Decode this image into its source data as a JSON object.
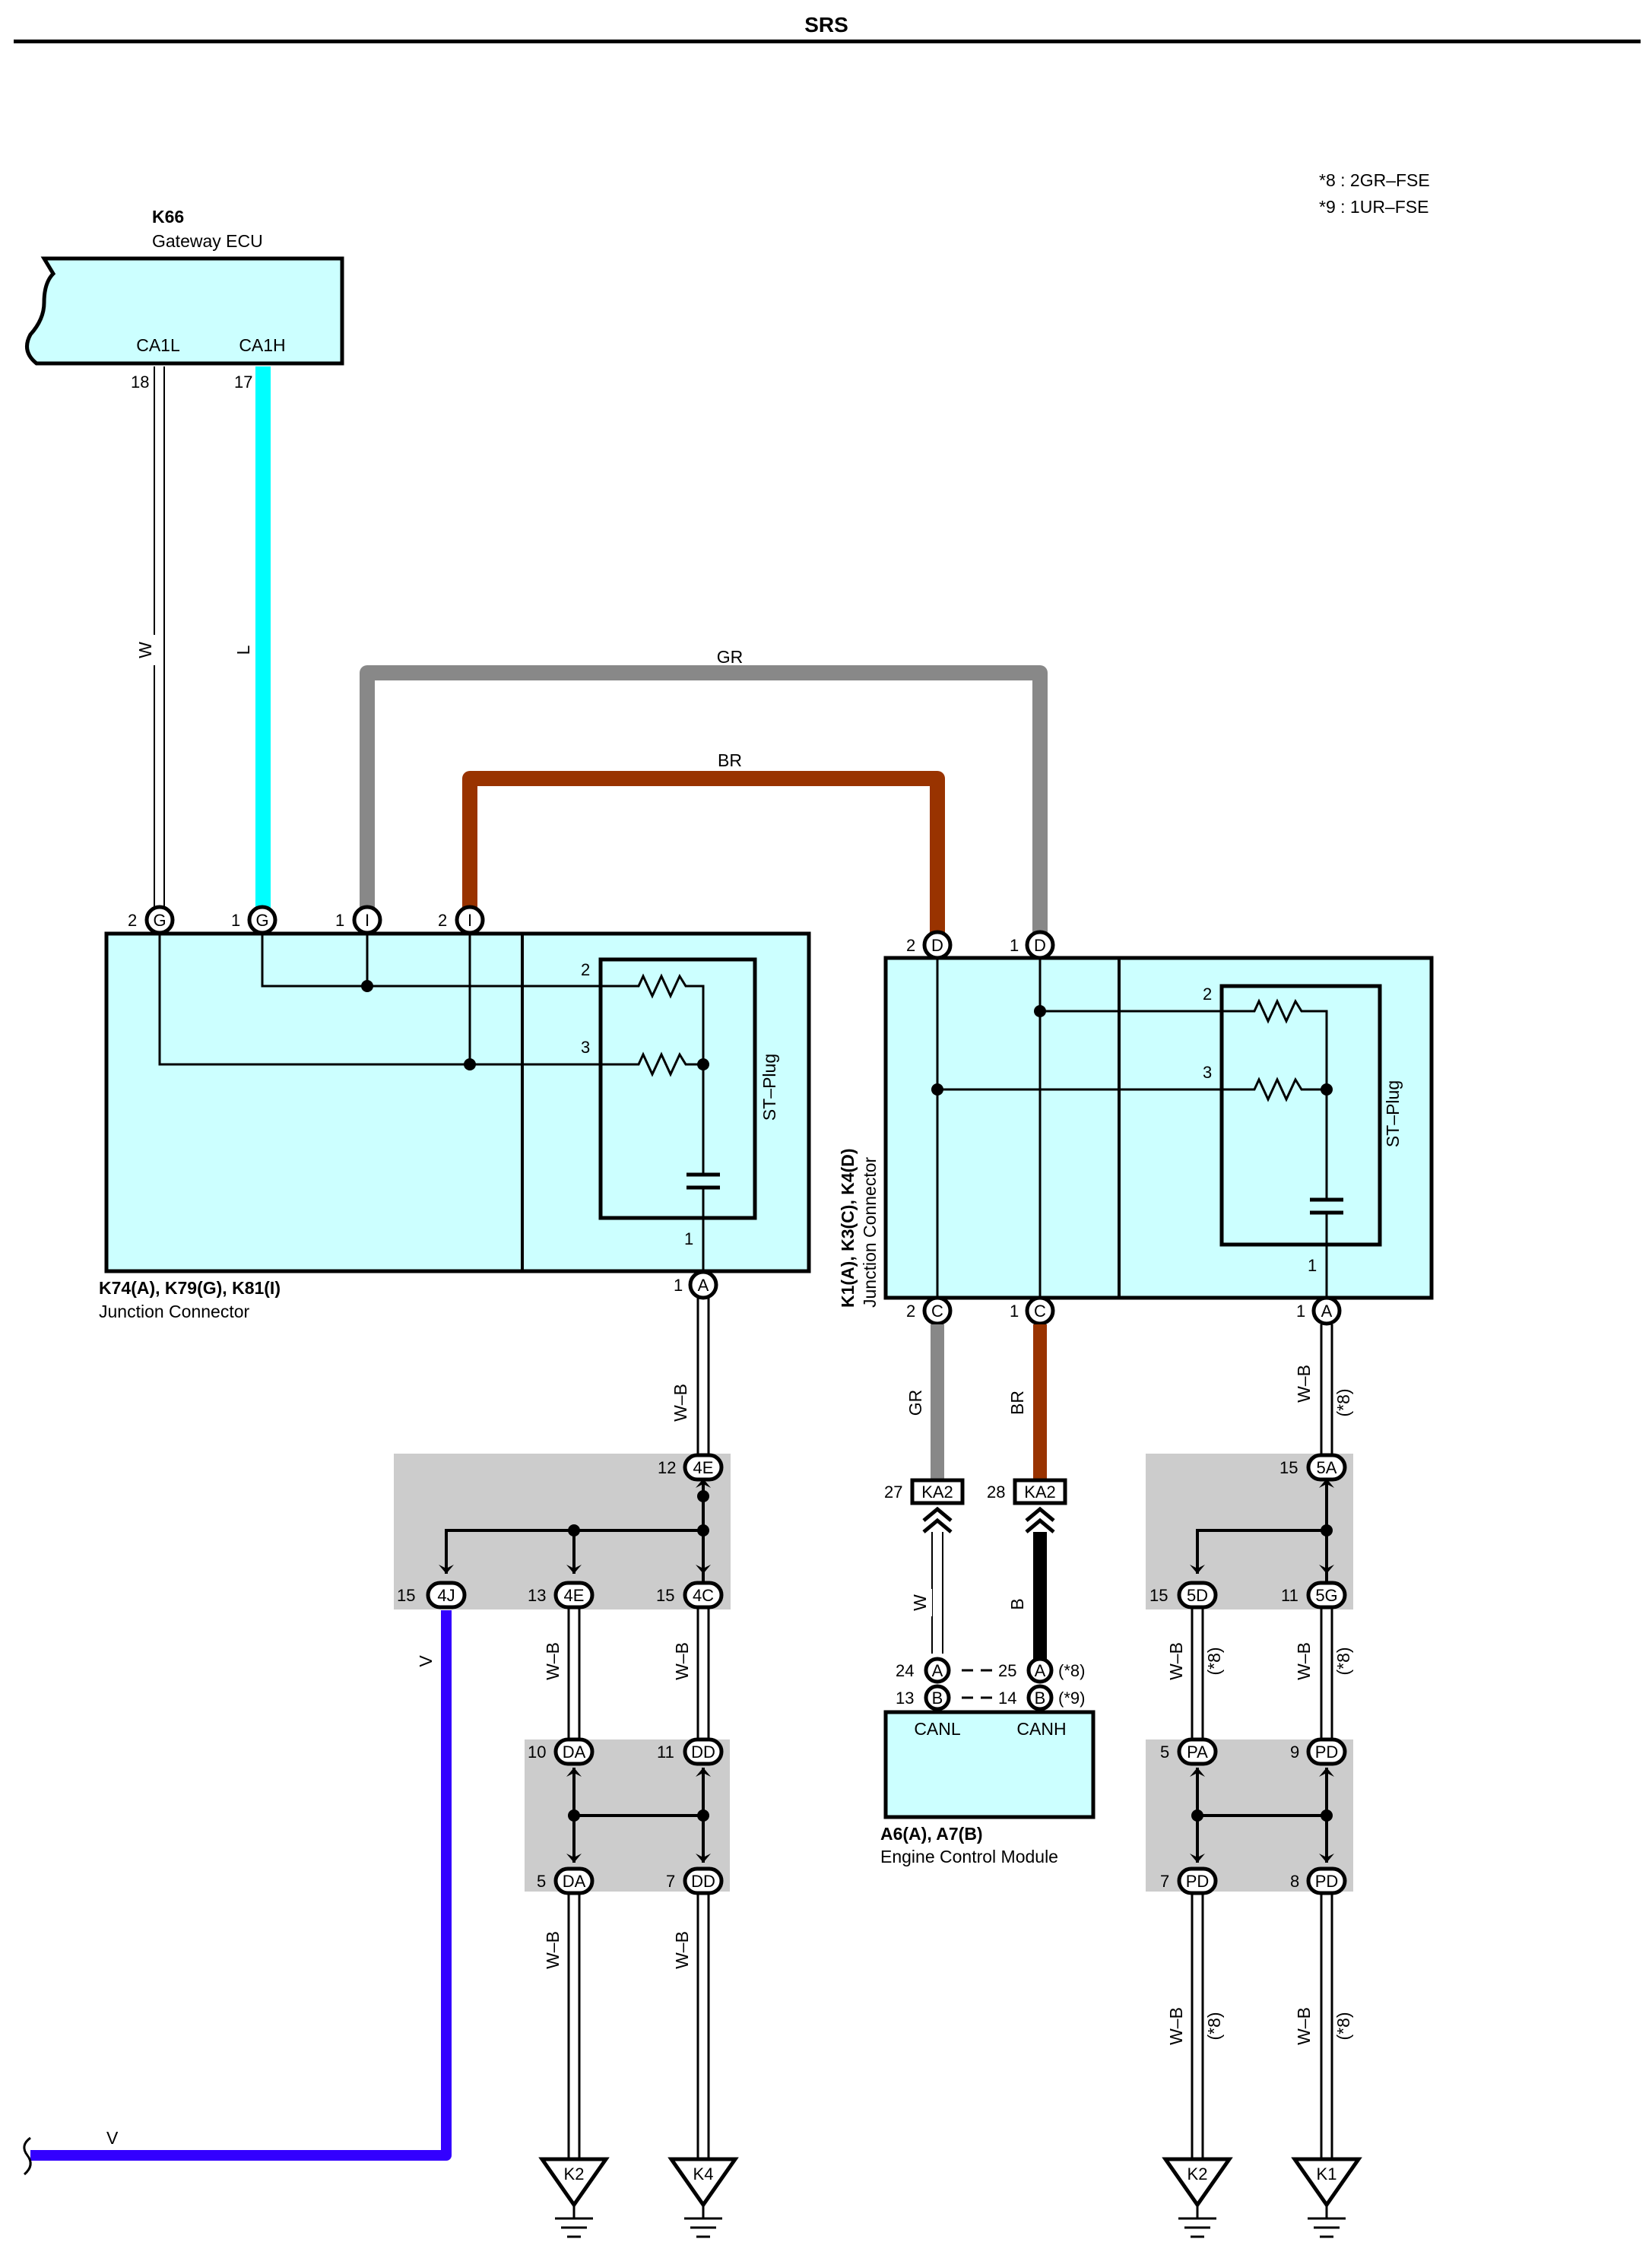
{
  "page": {
    "title": "SRS"
  },
  "notes": [
    "*8 : 2GR–FSE",
    "*9 : 1UR–FSE"
  ],
  "components": {
    "gateway": {
      "code": "K66",
      "name": "Gateway ECU",
      "pin_a": "CA1L",
      "pin_b": "CA1H",
      "num_a": "18",
      "num_b": "17"
    },
    "jc_left": {
      "code": "K74(A), K79(G), K81(I)",
      "name": "Junction Connector",
      "st_plug": "ST–Plug",
      "p_g2": "2",
      "p_g1": "1",
      "p_i1": "1",
      "p_i2": "2",
      "res_top": "2",
      "res_mid": "3",
      "cap_pin": "1",
      "out_pin": "1",
      "c_g": "G",
      "c_i": "I",
      "c_a": "A"
    },
    "jc_right": {
      "code": "K1(A), K3(C), K4(D)",
      "name": "Junction Connector",
      "st_plug": "ST–Plug",
      "p_d2": "2",
      "p_d1": "1",
      "res_top": "2",
      "res_mid": "3",
      "cap_pin": "1",
      "p_c2": "2",
      "p_c1": "1",
      "p_a1": "1",
      "c_d": "D",
      "c_c": "C",
      "c_a": "A"
    },
    "ecm": {
      "code": "A6(A), A7(B)",
      "name": "Engine Control Module",
      "pin_l": "CANL",
      "pin_h": "CANH",
      "n24": "24",
      "n13": "13",
      "n25": "25",
      "n14": "14",
      "c_a": "A",
      "c_b": "B",
      "s8": "(*8)",
      "s9": "(*9)"
    }
  },
  "wires": {
    "w": "W",
    "l": "L",
    "gr": "GR",
    "br": "BR",
    "wb": "W–B",
    "v": "V",
    "b": "B",
    "s8": "(*8)"
  },
  "colors": {
    "cyan": "#00FFFF",
    "gray": "#888888",
    "brown": "#993300",
    "violet": "#3300FF",
    "box": "#CCFFFF",
    "splice": "#CCCCCC"
  },
  "connectors": {
    "c4E_top": "4E",
    "n12": "12",
    "c4J": "4J",
    "n15a": "15",
    "c4E_b": "4E",
    "n13": "13",
    "c4C": "4C",
    "n15b": "15",
    "cDA_t": "DA",
    "n10": "10",
    "cDD_t": "DD",
    "n11": "11",
    "cDA_b": "DA",
    "n5": "5",
    "cDD_b": "DD",
    "n7": "7",
    "cKA2_l": "KA2",
    "n27": "27",
    "cKA2_r": "KA2",
    "n28": "28",
    "c5A": "5A",
    "n15c": "15",
    "c5D": "5D",
    "n15d": "15",
    "c5G": "5G",
    "n11b": "11",
    "cPA": "PA",
    "n5b": "5",
    "cPD_t": "PD",
    "n9": "9",
    "cPD_b1": "PD",
    "n7b": "7",
    "cPD_b2": "PD",
    "n8": "8"
  },
  "grounds": {
    "g1": "K2",
    "g2": "K4",
    "g3": "K2",
    "g4": "K1"
  }
}
